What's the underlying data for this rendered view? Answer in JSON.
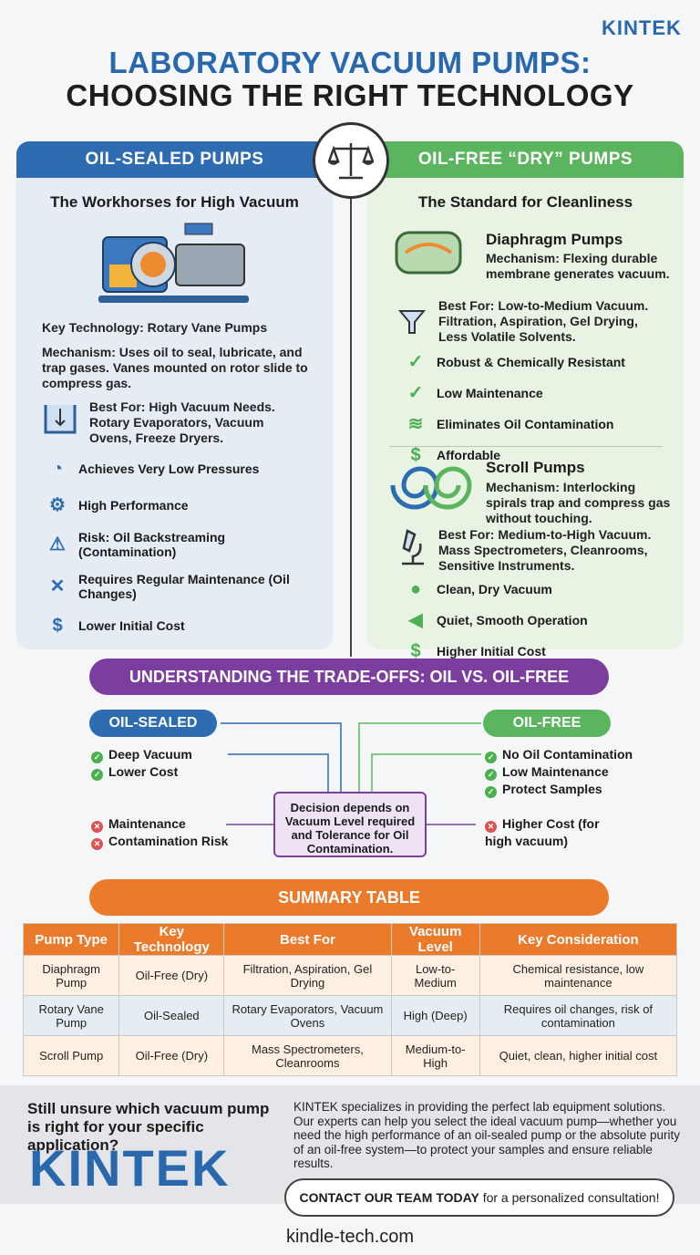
{
  "brand": {
    "name": "KINTEK",
    "primary": "#2a68ad",
    "accent": "#ec7a2b"
  },
  "title": {
    "line1": "LABORATORY VACUUM PUMPS:",
    "line2": "CHOOSING THE RIGHT TECHNOLOGY"
  },
  "oil_sealed": {
    "header": "OIL-SEALED PUMPS",
    "subtitle": "The Workhorses for High Vacuum",
    "key_tech": "Key Technology: Rotary Vane Pumps",
    "mechanism": "Mechanism: Uses oil to seal, lubricate, and trap gases. Vanes mounted on rotor slide to compress gas.",
    "best_for": "Best For: High Vacuum Needs. Rotary Evaporators, Vacuum Ovens, Freeze Dryers.",
    "items": [
      {
        "icon": "gauge-icon",
        "label": "Achieves Very Low Pressures"
      },
      {
        "icon": "gear-icon",
        "label": "High Performance"
      },
      {
        "icon": "warning-icon",
        "label": "Risk: Oil Backstreaming (Contamination)"
      },
      {
        "icon": "wrench-icon",
        "label": "Requires Regular Maintenance (Oil Changes)"
      },
      {
        "icon": "money-bag-icon",
        "label": "Lower Initial Cost"
      }
    ]
  },
  "oil_free": {
    "header": "OIL-FREE “DRY” PUMPS",
    "subtitle": "The Standard for Cleanliness",
    "diaphragm": {
      "title": "Diaphragm Pumps",
      "mechanism": "Mechanism: Flexing durable membrane generates vacuum.",
      "best_for": "Best For: Low-to-Medium Vacuum. Filtration, Aspiration, Gel Drying, Less Volatile Solvents.",
      "items": [
        {
          "icon": "shield-check-icon",
          "label": "Robust & Chemically Resistant"
        },
        {
          "icon": "check-circle-icon",
          "label": "Low Maintenance"
        },
        {
          "icon": "air-flow-icon",
          "label": "Eliminates Oil Contamination"
        },
        {
          "icon": "money-bag-icon",
          "label": "Affordable"
        }
      ]
    },
    "scroll": {
      "title": "Scroll Pumps",
      "mechanism": "Mechanism: Interlocking spirals trap and compress gas without touching.",
      "best_for": "Best For: Medium-to-High Vacuum. Mass Spectrometers, Cleanrooms, Sensitive Instruments.",
      "items": [
        {
          "icon": "droplet-icon",
          "label": "Clean, Dry Vacuum"
        },
        {
          "icon": "speaker-icon",
          "label": "Quiet, Smooth Operation"
        },
        {
          "icon": "money-up-icon",
          "label": "Higher Initial Cost"
        }
      ]
    }
  },
  "tradeoffs": {
    "banner": "UNDERSTANDING THE TRADE-OFFS: OIL VS. OIL-FREE",
    "left_label": "OIL-SEALED",
    "right_label": "OIL-FREE",
    "left_pros": [
      "Deep Vacuum",
      "Lower Cost"
    ],
    "left_cons": [
      "Maintenance",
      "Contamination Risk"
    ],
    "right_pros": [
      "No Oil Contamination",
      "Low Maintenance",
      "Protect Samples"
    ],
    "right_cons": [
      "Higher Cost (for high vacuum)"
    ],
    "decision": "Decision depends on Vacuum Level required and Tolerance for Oil Contamination."
  },
  "summary": {
    "banner": "SUMMARY TABLE",
    "columns": [
      "Pump Type",
      "Key Technology",
      "Best For",
      "Vacuum Level",
      "Key Consideration"
    ],
    "rows": [
      [
        "Diaphragm Pump",
        "Oil-Free (Dry)",
        "Filtration, Aspiration, Gel Drying",
        "Low-to-Medium",
        "Chemical resistance, low maintenance"
      ],
      [
        "Rotary Vane Pump",
        "Oil-Sealed",
        "Rotary Evaporators, Vacuum Ovens",
        "High (Deep)",
        "Requires oil changes, risk of contamination"
      ],
      [
        "Scroll Pump",
        "Oil-Free (Dry)",
        "Mass Spectrometers, Cleanrooms",
        "Medium-to-High",
        "Quiet, clean, higher initial cost"
      ]
    ]
  },
  "footer": {
    "question": "Still unsure which vacuum pump is right for your specific application?",
    "logo": "KINTEK",
    "body": "KINTEK specializes in providing the perfect lab equipment solutions. Our experts can help you select the ideal vacuum pump—whether you need the high performance of an oil-sealed pump or the absolute purity of an oil-free system—to protect your samples and ensure reliable results.",
    "cta_bold": "CONTACT OUR TEAM TODAY",
    "cta_rest": " for a personalized consultation!",
    "url": "kindle-tech.com"
  }
}
